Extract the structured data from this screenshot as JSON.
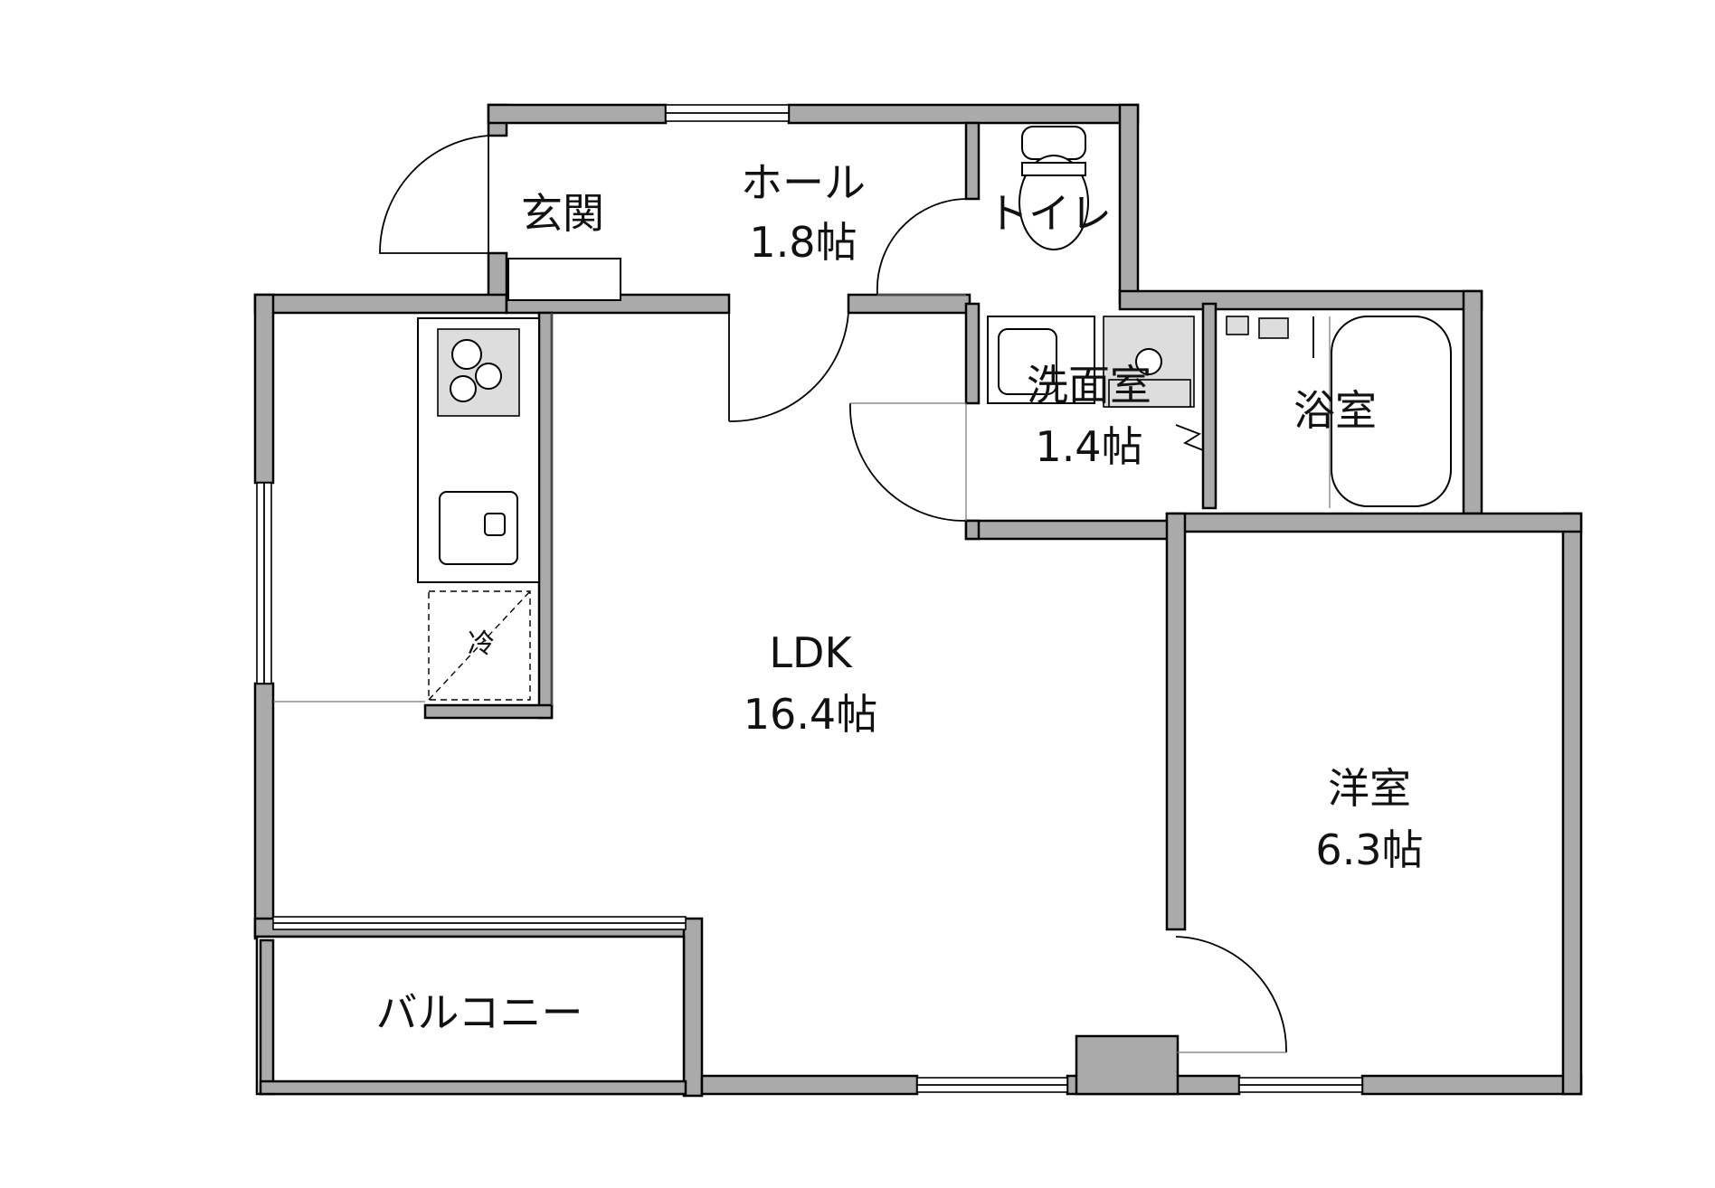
{
  "rooms": {
    "genkan": {
      "name": "玄関"
    },
    "hall": {
      "name": "ホール",
      "size": "1.8帖"
    },
    "toilet": {
      "name": "トイレ"
    },
    "senmen": {
      "name": "洗面室",
      "size": "1.4帖"
    },
    "bath": {
      "name": "浴室"
    },
    "ldk": {
      "name": "LDK",
      "size": "16.4帖"
    },
    "yoshitsu": {
      "name": "洋室",
      "size": "6.3帖"
    },
    "balcony": {
      "name": "バルコニー"
    },
    "fridge": {
      "name": "冷"
    }
  }
}
